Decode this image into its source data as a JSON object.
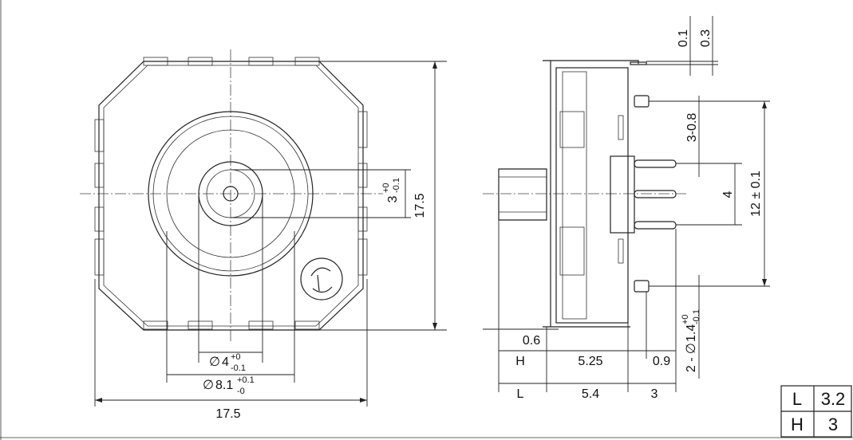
{
  "front_view": {
    "width": "17.5",
    "height": "17.5",
    "shaft_diameter": {
      "symbol": "∅",
      "nominal": "4",
      "upper_tol": "+0",
      "lower_tol": "-0.1"
    },
    "collar_diameter": {
      "symbol": "∅",
      "nominal": "8.1",
      "upper_tol": "+0.1",
      "lower_tol": "-0"
    },
    "flat_height": {
      "nominal": "3",
      "upper_tol": "+0",
      "lower_tol": "-0.1"
    }
  },
  "side_view": {
    "top_dims": [
      "0.1",
      "0.3"
    ],
    "pin_offset": "3-0.8",
    "pin_pitch": "4",
    "mount_pin_span": "12 ± 0.1",
    "mount_pin_dia": {
      "prefix": "2 - ∅",
      "nominal": "1.4",
      "upper_tol": "+0",
      "lower_tol": "-0.1"
    },
    "shaft_step": "0.6",
    "H_label": "H",
    "L_label": "L",
    "body_depth": "5.25",
    "body_length": "5.4",
    "pin_len": "0.9",
    "terminal_len": "3"
  },
  "table": {
    "rows": [
      {
        "key": "L",
        "value": "3.2"
      },
      {
        "key": "H",
        "value": "3"
      }
    ]
  }
}
